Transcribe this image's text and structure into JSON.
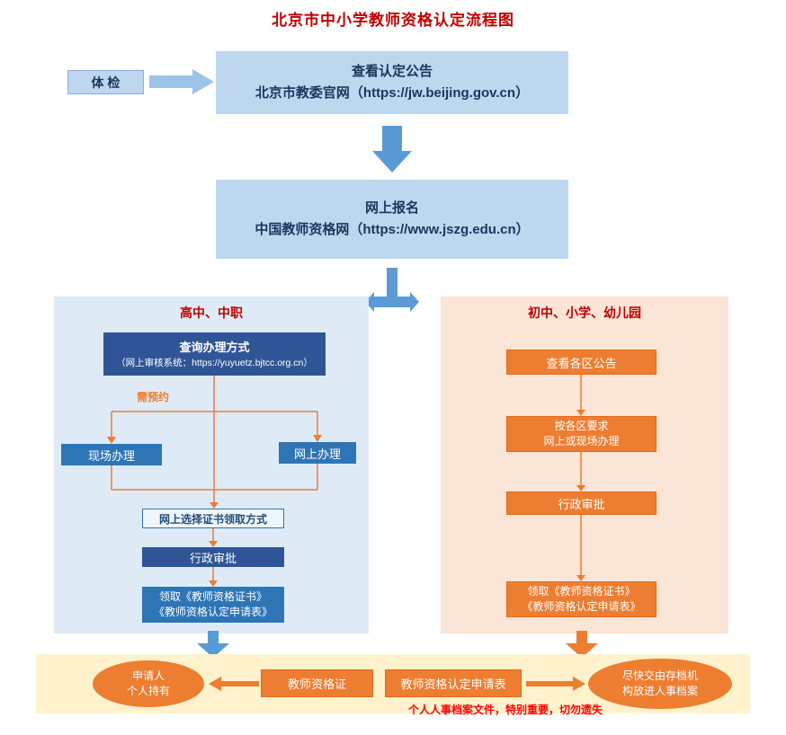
{
  "title": "北京市中小学教师资格认定流程图",
  "colors": {
    "title_red": "#c00000",
    "box_light_blue": "#bdd7ee",
    "arrow_blue": "#5b9bd5",
    "arrow_light_blue": "#9dc3e6",
    "panel_left_bg": "#deebf7",
    "panel_right_bg": "#fbe5d6",
    "dark_blue": "#2f5597",
    "mid_blue": "#2e75b6",
    "orange": "#ed7d31",
    "bottom_bg": "#fff2cc",
    "warning_red": "#ff0000"
  },
  "top": {
    "physical_exam": "体 检",
    "announcement_line1": "查看认定公告",
    "announcement_line2": "北京市教委官网（https://jw.beijing.gov.cn）",
    "registration_line1": "网上报名",
    "registration_line2": "中国教师资格网（https://www.jszg.edu.cn）"
  },
  "left_panel": {
    "title": "高中、中职",
    "query_line1": "查询办理方式",
    "query_line2": "（网上审核系统：https://yuyuetz.bjtcc.org.cn）",
    "reservation_note": "需预约",
    "onsite": "现场办理",
    "online": "网上办理",
    "choose_method": "网上选择证书领取方式",
    "approval": "行政审批",
    "receive_line1": "领取《教师资格证书》",
    "receive_line2": "《教师资格认定申请表》"
  },
  "right_panel": {
    "title": "初中、小学、幼儿园",
    "district_announcement": "查看各区公告",
    "handle_line1": "按各区要求",
    "handle_line2": "网上或现场办理",
    "approval": "行政审批",
    "receive_line1": "领取《教师资格证书》",
    "receive_line2": "《教师资格认定申请表》"
  },
  "bottom": {
    "holder_line1": "申请人",
    "holder_line2": "个人持有",
    "certificate": "教师资格证",
    "application_form": "教师资格认定申请表",
    "archive_line1": "尽快交由存档机",
    "archive_line2": "构放进人事档案",
    "warning": "个人人事档案文件，特别重要，切勿遗失"
  }
}
